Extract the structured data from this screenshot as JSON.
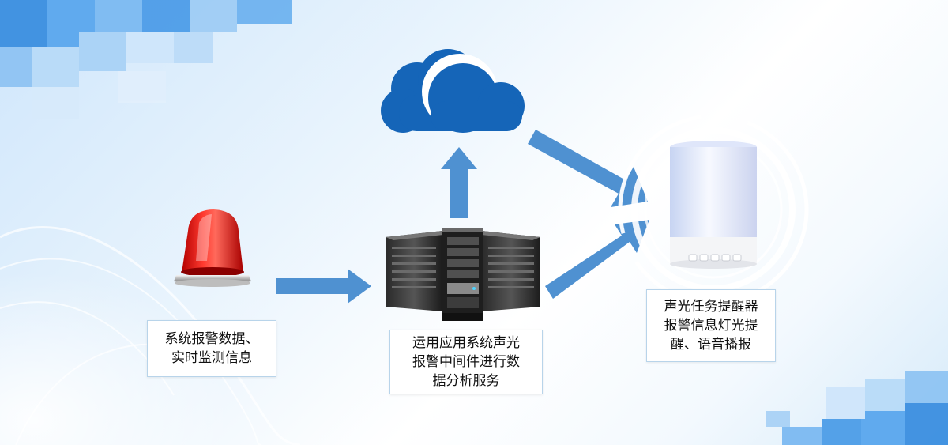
{
  "nodes": {
    "alarm": {
      "icon": "alarm-beacon-icon",
      "caption_lines": [
        "系统报警数据、",
        "实时监测信息"
      ]
    },
    "server": {
      "icon": "server-rack-icon",
      "caption_lines": [
        "运用应用系统声光",
        "报警中间件进行数",
        "据分析服务"
      ]
    },
    "cloud": {
      "icon": "cloud-icon"
    },
    "reminder": {
      "icon": "smart-lamp-speaker-icon",
      "caption_lines": [
        "声光任务提醒器",
        "报警信息灯光提",
        "醒、语音播报"
      ]
    }
  },
  "edges": [
    {
      "from": "alarm",
      "to": "server"
    },
    {
      "from": "server",
      "to": "cloud"
    },
    {
      "from": "cloud",
      "to": "reminder"
    },
    {
      "from": "server",
      "to": "reminder"
    }
  ],
  "colors": {
    "arrow": "#4f91d1",
    "cloud": "#1565b8",
    "alarm_red": "#e01b1b",
    "tile_blue": "#4aa3ee"
  }
}
